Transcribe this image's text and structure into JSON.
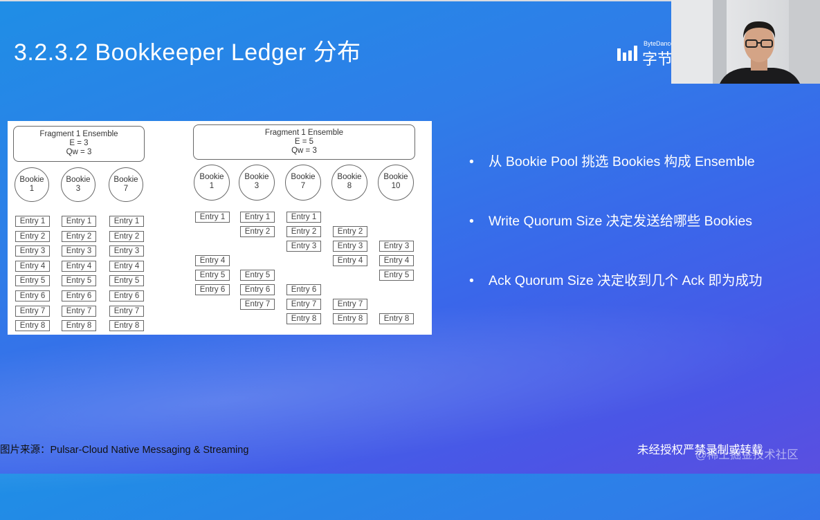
{
  "slide": {
    "title": "3.2.3.2 Bookkeeper Ledger 分布",
    "logo_brand": "ByteDance",
    "logo_text": "字节",
    "bullets": [
      "从 Bookie Pool 挑选 Bookies 构成 Ensemble",
      "Write Quorum Size 决定发送给哪些 Bookies",
      "Ack Quorum Size 决定收到几个 Ack 即为成功"
    ],
    "source": "图片来源：Pulsar-Cloud Native Messaging & Streaming",
    "notice": "未经授权严禁录制或转载",
    "watermark": "@稀土掘金技术社区"
  },
  "diagram": {
    "left": {
      "fragment": [
        "Fragment 1 Ensemble",
        "E = 3",
        "Qw = 3"
      ],
      "bookies": [
        [
          "Bookie",
          "1"
        ],
        [
          "Bookie",
          "3"
        ],
        [
          "Bookie",
          "7"
        ]
      ],
      "entries": [
        [
          "Entry 1",
          "Entry 2",
          "Entry 3",
          "Entry 4",
          "Entry 5",
          "Entry 6",
          "Entry 7",
          "Entry 8"
        ],
        [
          "Entry 1",
          "Entry 2",
          "Entry 3",
          "Entry 4",
          "Entry 5",
          "Entry 6",
          "Entry 7",
          "Entry 8"
        ],
        [
          "Entry 1",
          "Entry 2",
          "Entry 3",
          "Entry 4",
          "Entry 5",
          "Entry 6",
          "Entry 7",
          "Entry 8"
        ]
      ]
    },
    "right": {
      "fragment": [
        "Fragment 1 Ensemble",
        "E = 5",
        "Qw = 3"
      ],
      "bookies": [
        [
          "Bookie",
          "1"
        ],
        [
          "Bookie",
          "3"
        ],
        [
          "Bookie",
          "7"
        ],
        [
          "Bookie",
          "8"
        ],
        [
          "Bookie",
          "10"
        ]
      ],
      "entries": [
        [
          "Entry 1",
          "",
          "",
          "Entry 4",
          "Entry 5",
          "Entry 6",
          "",
          ""
        ],
        [
          "Entry 1",
          "Entry 2",
          "",
          "",
          "Entry 5",
          "Entry 6",
          "Entry 7",
          ""
        ],
        [
          "Entry 1",
          "Entry 2",
          "Entry 3",
          "",
          "",
          "Entry 6",
          "Entry 7",
          "Entry 8"
        ],
        [
          "",
          "Entry 2",
          "Entry 3",
          "Entry 4",
          "",
          "",
          "Entry 7",
          "Entry 8"
        ],
        [
          "",
          "",
          "Entry 3",
          "Entry 4",
          "Entry 5",
          "",
          "",
          "Entry 8"
        ]
      ]
    }
  }
}
